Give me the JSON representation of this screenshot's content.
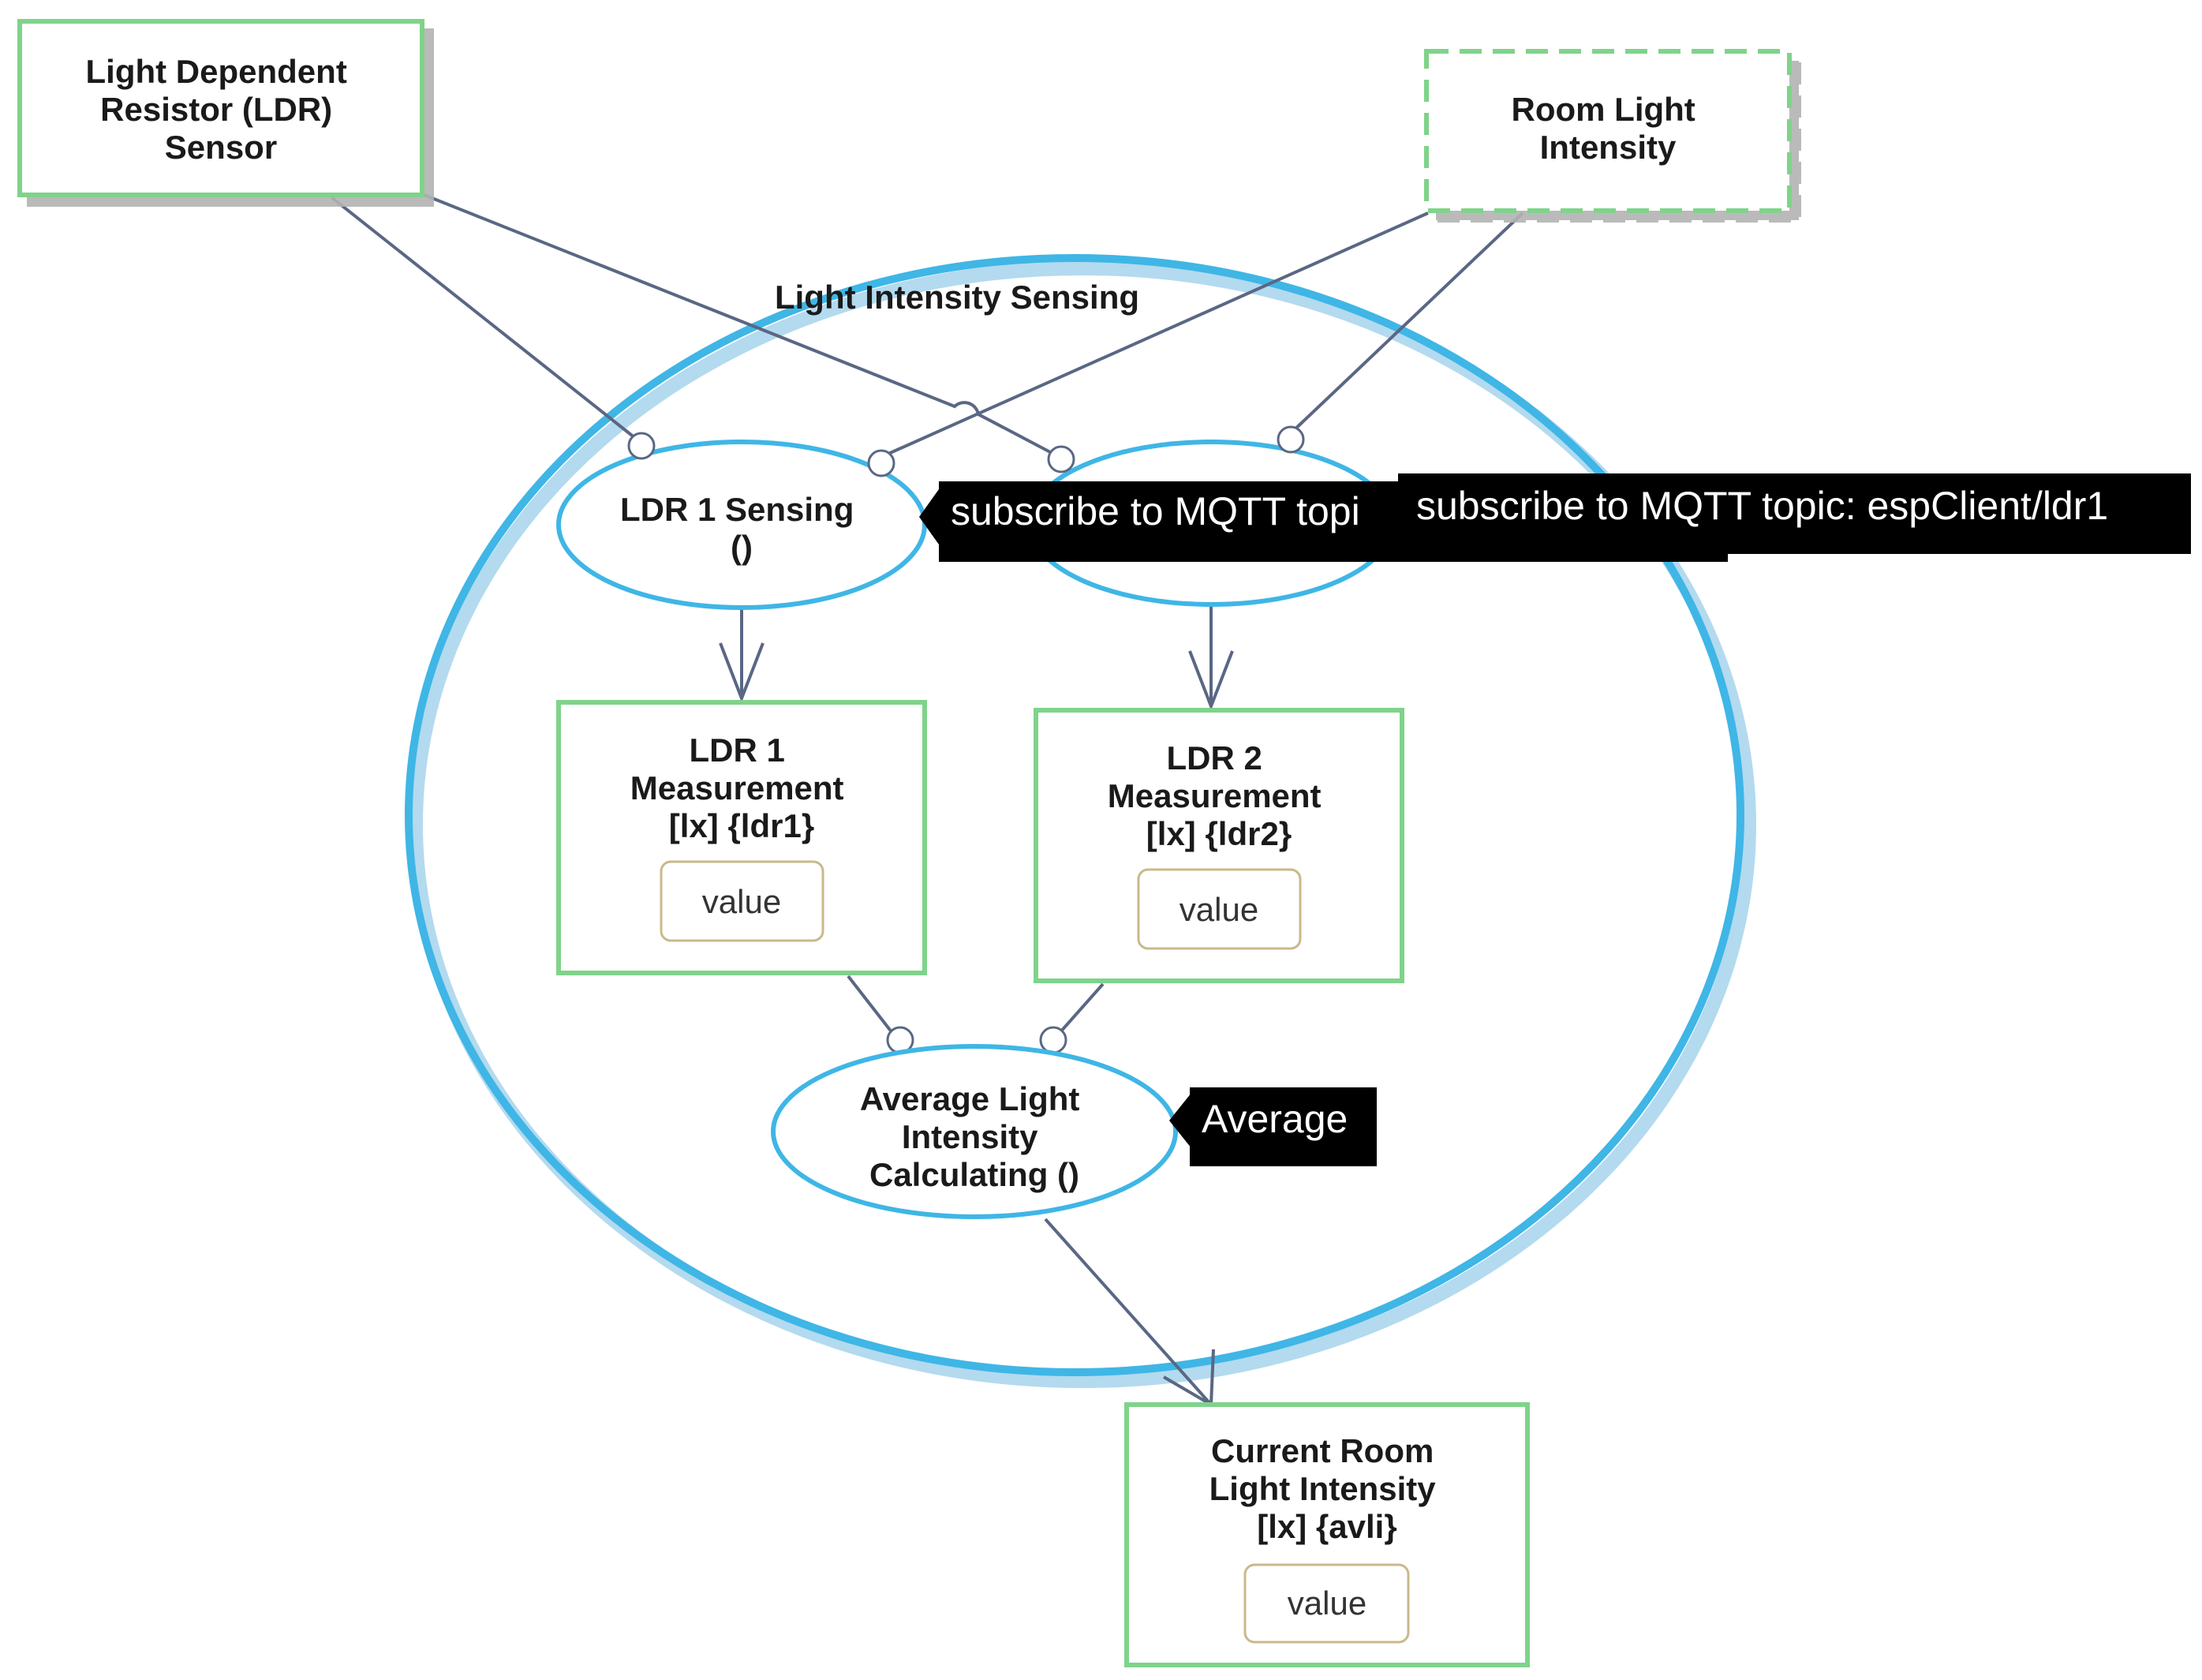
{
  "objects": {
    "ldr_sensor": {
      "lines": [
        "Light Dependent",
        "Resistor (LDR)",
        "Sensor"
      ]
    },
    "room_light": {
      "lines": [
        "Room Light",
        "Intensity"
      ]
    },
    "ldr1_measurement": {
      "lines": [
        "LDR 1",
        "Measurement",
        "[lx] {ldr1}"
      ],
      "value": "value"
    },
    "ldr2_measurement": {
      "lines": [
        "LDR 2",
        "Measurement",
        "[lx] {ldr2}"
      ],
      "value": "value"
    },
    "current_room": {
      "lines": [
        "Current Room",
        "Light Intensity",
        "[lx] {avli}"
      ],
      "value": "value"
    }
  },
  "processes": {
    "main": {
      "label": "Light Intensity Sensing"
    },
    "ldr1_sensing": {
      "lines": [
        "LDR 1 Sensing",
        "()"
      ]
    },
    "average": {
      "lines": [
        "Average Light",
        "Intensity",
        "Calculating ()"
      ]
    }
  },
  "tooltips": {
    "tip1": "subscribe to MQTT topi",
    "tip2": "subscribe to MQTT topic: espClient/ldr1",
    "tip3": "Average"
  },
  "colors": {
    "object_border": "#7fd38a",
    "process_border": "#3fb6e6",
    "link": "#5a6784",
    "tooltip_bg": "#000000"
  }
}
